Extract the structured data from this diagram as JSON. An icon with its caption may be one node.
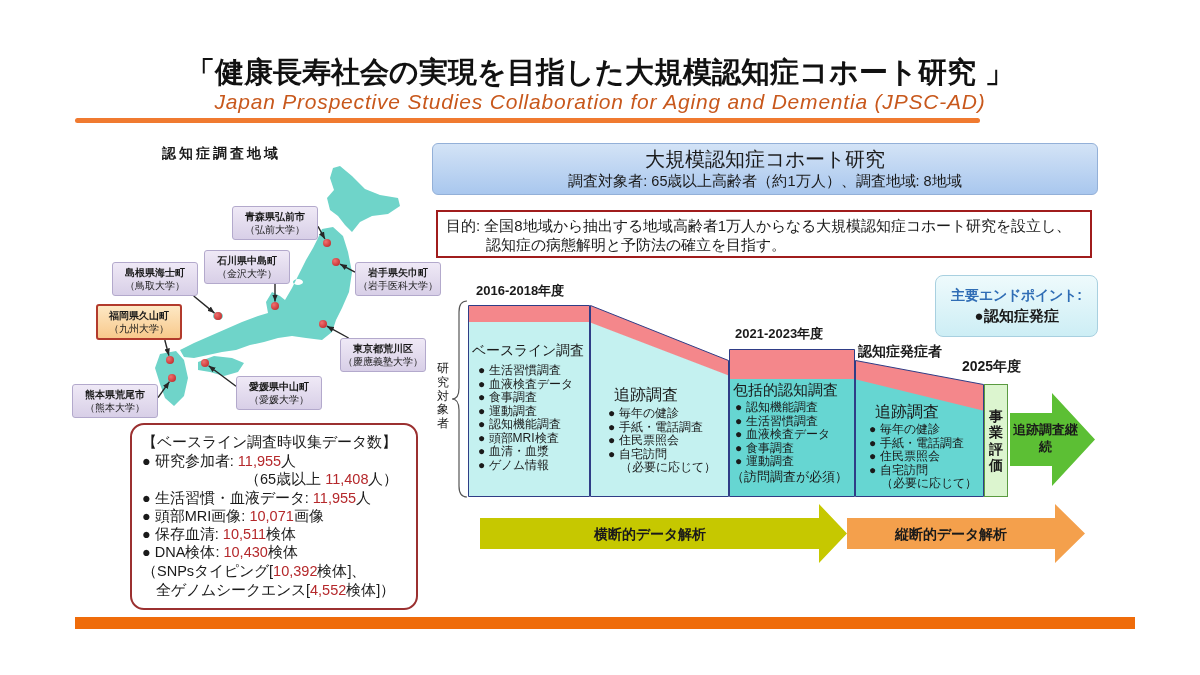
{
  "diagram": {
    "title": "「健康長寿社会の実現を目指した大規模認知症コホート研究 」",
    "nodes": [
      {
        "text": [
          "青森県弘前市",
          "（弘前大学）"
        ]
      },
      {
        "text": [
          "石川県中島町",
          "（金沢大学）"
        ]
      },
      {
        "text": [
          "岩手県矢巾町",
          "（岩手医科大学）"
        ]
      },
      {
        "text": [
          "島根県海士町",
          "（鳥取大学）"
        ]
      },
      {
        "text": [
          "福岡県久山町",
          "（九州大学）"
        ]
      },
      {
        "text": [
          "東京都荒川区",
          "（慶應義塾大学）"
        ]
      },
      {
        "text": [
          "愛媛県中山町",
          "（愛媛大学）"
        ]
      },
      {
        "text": [
          "熊本県荒尾市",
          "（熊本大学）"
        ]
      },
      {
        "text": [],
        "shape": "circle"
      },
      {
        "text": [],
        "shape": "circle"
      },
      {
        "text": [],
        "shape": "circle"
      },
      {
        "text": [],
        "shape": "circle"
      },
      {
        "text": [],
        "shape": "circle"
      },
      {
        "text": [],
        "shape": "circle"
      },
      {
        "text": [],
        "shape": "circle"
      },
      {
        "text": [],
        "shape": "circle"
      },
      {
        "text": [
          "【ベースライン調査時収集データ数】",
          "● 研究参加者: 11,955人",
          "（65歳以上 11,408人）",
          "● 生活習慣・血液データ: 11,955人",
          "● 頭部MRI画像: 10,071画像",
          "● 保存血清: 10,511検体",
          "● DNA検体: 10,430検体",
          "（SNPsタイピング[10,392検体]、全ゲノムシークエンス[4,552検体]）"
        ]
      },
      {
        "text": [
          "大規模認知症コホート研究",
          "調査対象者: 65歳以上高齢者（約1万人）、調査地域: 8地域"
        ]
      },
      {
        "text": [
          "目的: 全国8地域から抽出する地域高齢者1万人からなる大規模認知症コホート研究を設立し、認知症の病態解明と予防法の確立を目指す。"
        ]
      },
      {
        "text": [
          "主要エンドポイント:",
          "●認知症発症"
        ]
      },
      {
        "text": [
          "ベースライン調査",
          "● 生活習慣調査",
          "● 血液検査データ",
          "● 食事調査",
          "● 運動調査",
          "● 認知機能調査",
          "● 頭部MRI検査",
          "● 血清・血漿",
          "● ゲノム情報"
        ]
      },
      {
        "text": [
          "追跡調査",
          "● 毎年の健診",
          "● 手紙・電話調査",
          "● 住民票照会",
          "● 自宅訪問",
          "（必要に応じて）"
        ]
      },
      {
        "text": [
          "包括的認知調査",
          "● 認知機能調査",
          "● 生活習慣調査",
          "● 血液検査データ",
          "● 食事調査",
          "● 運動調査",
          "（訪問調査が必須）"
        ]
      },
      {
        "text": [
          "追跡調査",
          "● 毎年の健診",
          "● 手紙・電話調査",
          "● 住民票照会",
          "● 自宅訪問",
          "（必要に応じて）"
        ]
      },
      {
        "text": [
          "事業評価"
        ]
      },
      {
        "text": [
          "追跡調査継続"
        ]
      },
      {
        "text": [
          "横断的データ解析"
        ]
      },
      {
        "text": [
          "縦断的データ解析"
        ]
      }
    ],
    "edges": [
      {
        "from": 0,
        "to": 8,
        "arrow": "to"
      },
      {
        "from": 1,
        "to": 9,
        "arrow": "to"
      },
      {
        "from": 2,
        "to": 10,
        "arrow": "to"
      },
      {
        "from": 3,
        "to": 11,
        "arrow": "to"
      },
      {
        "from": 4,
        "to": 12,
        "arrow": "to"
      },
      {
        "from": 5,
        "to": 13,
        "arrow": "to"
      },
      {
        "from": 6,
        "to": 14,
        "arrow": "to"
      },
      {
        "from": 7,
        "to": 15,
        "arrow": "to"
      }
    ],
    "labels": [
      "Japan Prospective Studies Collaboration for Aging and Dementia (JPSC-AD)",
      "認知症調査地域",
      "研究対象者",
      "2016-2018年度",
      "2021-2023年度",
      "認知症発症者",
      "2025年度"
    ]
  }
}
